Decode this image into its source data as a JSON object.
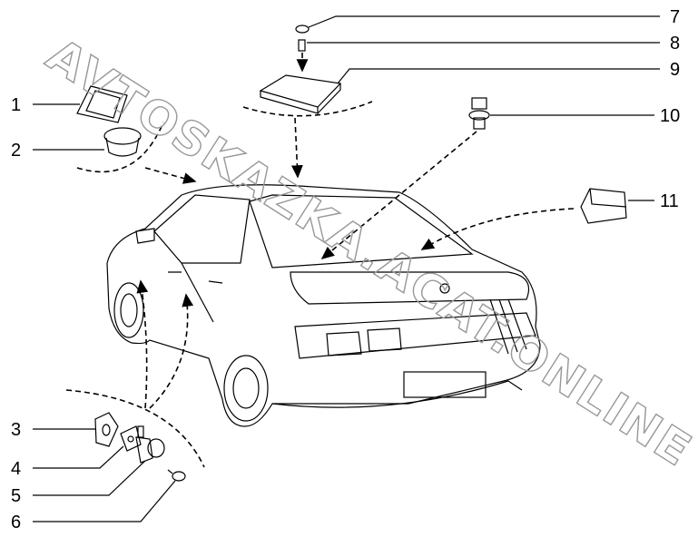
{
  "diagram": {
    "callouts": [
      {
        "number": "1"
      },
      {
        "number": "2"
      },
      {
        "number": "3"
      },
      {
        "number": "4"
      },
      {
        "number": "5"
      },
      {
        "number": "6"
      },
      {
        "number": "7"
      },
      {
        "number": "8"
      },
      {
        "number": "9"
      },
      {
        "number": "10"
      },
      {
        "number": "11"
      }
    ],
    "watermark": "AVTOSKAZKA.ACAT.ONLINE"
  }
}
